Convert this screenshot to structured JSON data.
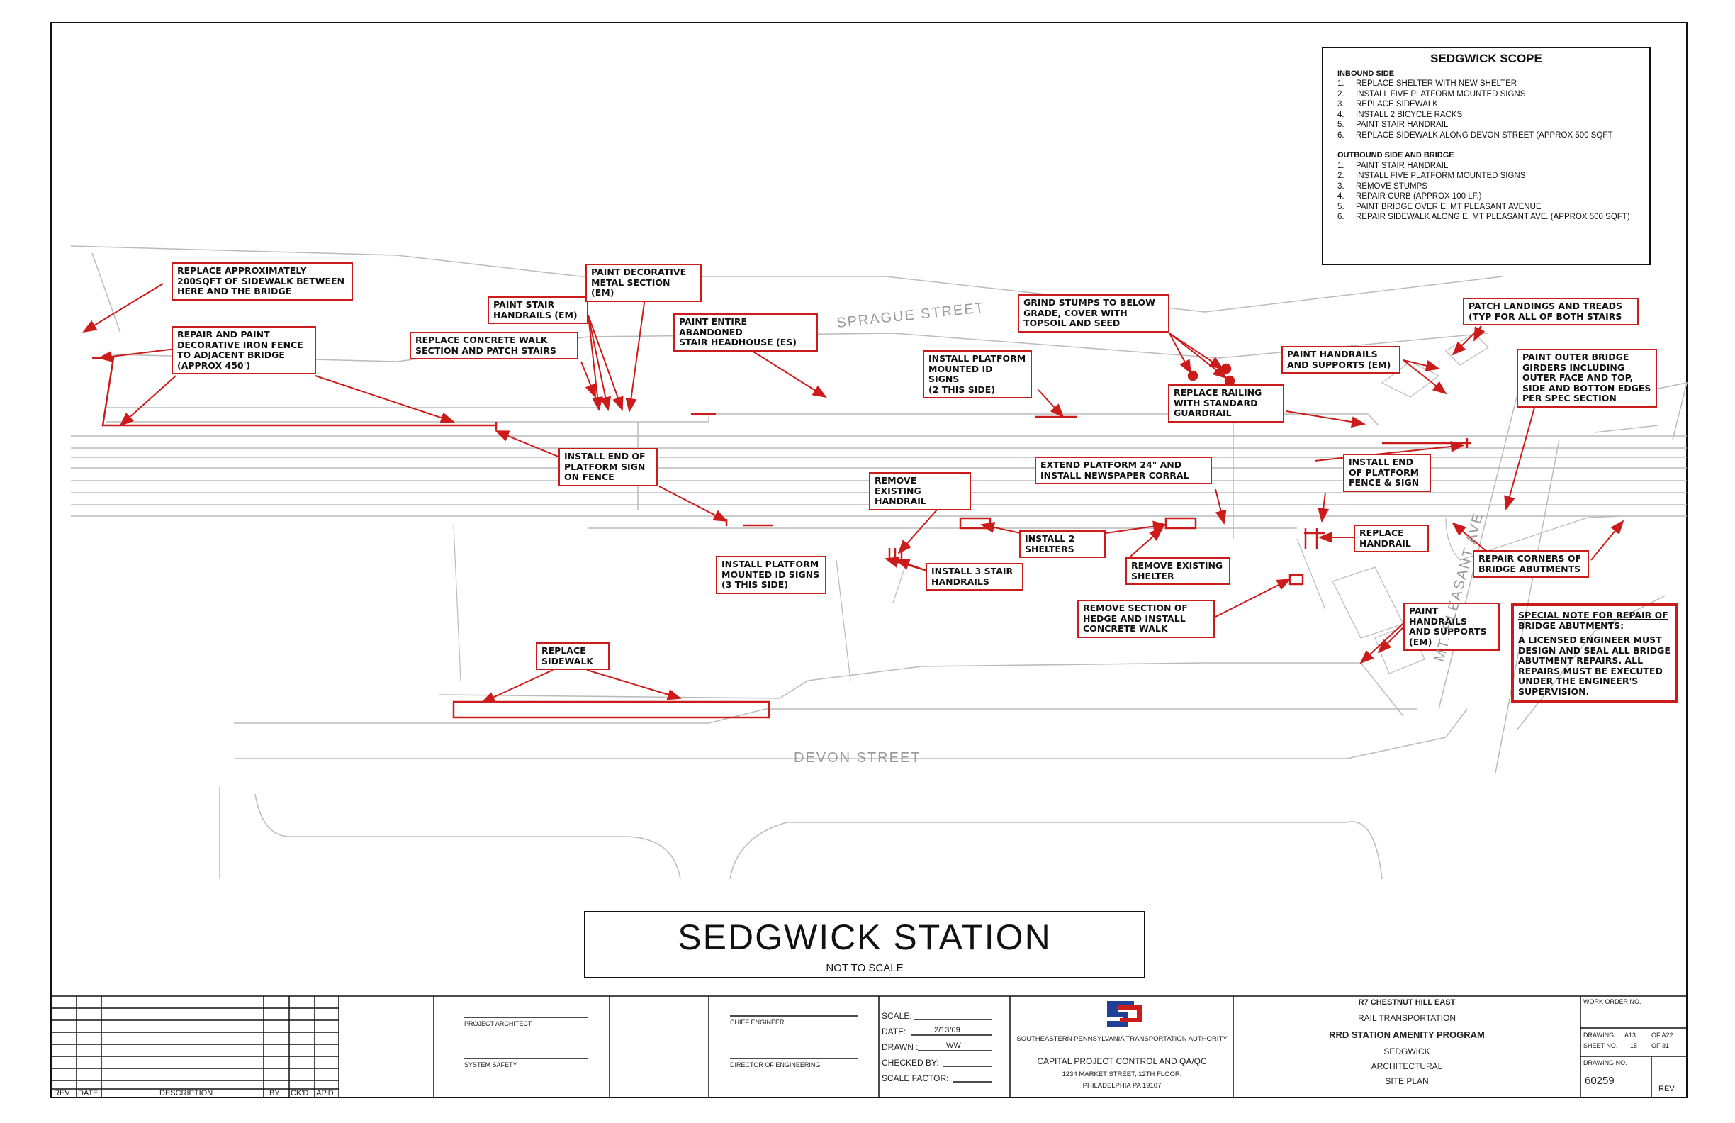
{
  "scope": {
    "title": "SEDGWICK SCOPE",
    "inbound_title": "INBOUND SIDE",
    "inbound": [
      "REPLACE SHELTER WITH NEW SHELTER",
      "INSTALL FIVE PLATFORM MOUNTED SIGNS",
      "REPLACE SIDEWALK",
      "INSTALL 2 BICYCLE RACKS",
      "PAINT STAIR HANDRAIL",
      "REPLACE SIDEWALK ALONG DEVON STREET (APPROX 500 SQFT"
    ],
    "outbound_title": "OUTBOUND SIDE AND BRIDGE",
    "outbound": [
      "PAINT STAIR HANDRAIL",
      "INSTALL FIVE PLATFORM MOUNTED SIGNS",
      "REMOVE STUMPS",
      "REPAIR CURB (APPROX 100 LF.)",
      "PAINT BRIDGE OVER E. MT PLEASANT AVENUE",
      "REPAIR SIDEWALK ALONG E. MT PLEASANT AVE. (APPROX 500 SQFT)"
    ]
  },
  "callouts": [
    {
      "id": "c1",
      "text": "REPLACE APPROXIMATELY\n200SQFT OF SIDEWALK BETWEEN\nHERE AND THE BRIDGE"
    },
    {
      "id": "c2",
      "text": "REPAIR AND PAINT\nDECORATIVE IRON FENCE\nTO ADJACENT BRIDGE\n(APPROX 450')"
    },
    {
      "id": "c3",
      "text": "PAINT STAIR\nHANDRAILS (EM)"
    },
    {
      "id": "c4",
      "text": "PAINT DECORATIVE\nMETAL SECTION (EM)"
    },
    {
      "id": "c5",
      "text": "REPLACE  CONCRETE WALK\nSECTION AND PATCH STAIRS"
    },
    {
      "id": "c6",
      "text": "PAINT ENTIRE ABANDONED\nSTAIR HEADHOUSE (ES)"
    },
    {
      "id": "c7",
      "text": "GRIND STUMPS TO BELOW\nGRADE,  COVER WITH\nTOPSOIL AND SEED"
    },
    {
      "id": "c8",
      "text": "INSTALL PLATFORM\nMOUNTED ID SIGNS\n(2 THIS SIDE)"
    },
    {
      "id": "c9",
      "text": "PATCH LANDINGS AND TREADS\n(TYP FOR ALL OF BOTH STAIRS"
    },
    {
      "id": "c10",
      "text": "PAINT HANDRAILS\nAND SUPPORTS (EM)"
    },
    {
      "id": "c11",
      "text": "PAINT OUTER BRIDGE\nGIRDERS INCLUDING\nOUTER FACE AND TOP,\nSIDE AND BOTTON EDGES\nPER SPEC SECTION"
    },
    {
      "id": "c12",
      "text": "REPLACE RAILING\nWITH STANDARD\nGUARDRAIL"
    },
    {
      "id": "c13",
      "text": "INSTALL END OF\nPLATFORM SIGN\nON FENCE"
    },
    {
      "id": "c14",
      "text": "EXTEND PLATFORM 24\" AND\nINSTALL NEWSPAPER CORRAL"
    },
    {
      "id": "c15",
      "text": "INSTALL END\nOF PLATFORM\nFENCE & SIGN"
    },
    {
      "id": "c16",
      "text": "REMOVE EXISTING\nHANDRAIL"
    },
    {
      "id": "c17",
      "text": "INSTALL 2\nSHELTERS"
    },
    {
      "id": "c18",
      "text": "REPLACE\nHANDRAIL"
    },
    {
      "id": "c19",
      "text": "REMOVE EXISTING\nSHELTER"
    },
    {
      "id": "c20",
      "text": "INSTALL PLATFORM\nMOUNTED ID SIGNS\n(3 THIS SIDE)"
    },
    {
      "id": "c21",
      "text": "INSTALL 3 STAIR\nHANDRAILS"
    },
    {
      "id": "c22",
      "text": "REPAIR CORNERS OF\nBRIDGE ABUTMENTS"
    },
    {
      "id": "c23",
      "text": "REMOVE SECTION OF\nHEDGE AND INSTALL\nCONCRETE WALK"
    },
    {
      "id": "c24",
      "text": "PAINT HANDRAILS\nAND SUPPORTS\n(EM)"
    },
    {
      "id": "c25",
      "text": "REPLACE\nSIDEWALK"
    }
  ],
  "special_note": {
    "heading": "SPECIAL NOTE FOR REPAIR OF BRIDGE ABUTMENTS:",
    "body": "A LICENSED ENGINEER MUST DESIGN AND SEAL ALL BRIDGE ABUTMENT REPAIRS. ALL REPAIRS MUST BE EXECUTED UNDER THE ENGINEER'S SUPERVISION."
  },
  "streets": {
    "sprague": "SPRAGUE  STREET",
    "devon": "DEVON  STREET",
    "mt_pleasant": "MT. PLEASANT AVE"
  },
  "title_block": {
    "station": "SEDGWICK  STATION",
    "scale_note": "NOT TO SCALE"
  },
  "revision_table": {
    "headers": [
      "REV",
      "DATE",
      "DESCRIPTION",
      "BY",
      "CK'D",
      "AP'D"
    ]
  },
  "signatures": {
    "project_architect": "PROJECT ARCHITECT",
    "system_safety": "SYSTEM SAFETY",
    "chief_engineer": "CHIEF ENGINEER",
    "director": "DIRECTOR OF ENGINEERING"
  },
  "drawing_info": {
    "scale_label": "SCALE:",
    "date_label": "DATE:",
    "date": "2/13/09",
    "drawn_label": "DRAWN :",
    "drawn": "WW",
    "checked_label": "CHECKED BY:",
    "scale_factor_label": "SCALE FACTOR:"
  },
  "authority": {
    "name": "SOUTHEASTERN PENNSYLVANIA TRANSPORTATION AUTHORITY",
    "dept": "CAPITAL PROJECT CONTROL AND QA/QC",
    "address": "1234 MARKET STREET, 12TH FLOOR,",
    "city": "PHILADELPHIA PA 19107"
  },
  "project": {
    "line": "R7 CHESTNUT HILL EAST",
    "division": "RAIL TRANSPORTATION",
    "program": "RRD STATION AMENITY PROGRAM",
    "station": "SEDGWICK",
    "discipline": "ARCHITECTURAL",
    "sheet_type": "SITE PLAN"
  },
  "sheet": {
    "work_order_label": "WORK ORDER NO.",
    "drawing_label": "DRAWING",
    "drawing_value": "A13",
    "of_drawing": "OF A22",
    "sheet_label": "SHEET NO.",
    "sheet_value": "15",
    "of_sheet": "OF 31",
    "drawing_no_label": "DRAWING NO.",
    "drawing_no": "60259",
    "rev_label": "REV"
  },
  "colors": {
    "markup": "#cc1b1b",
    "linework": "#bdbdbd",
    "border": "#111111"
  }
}
